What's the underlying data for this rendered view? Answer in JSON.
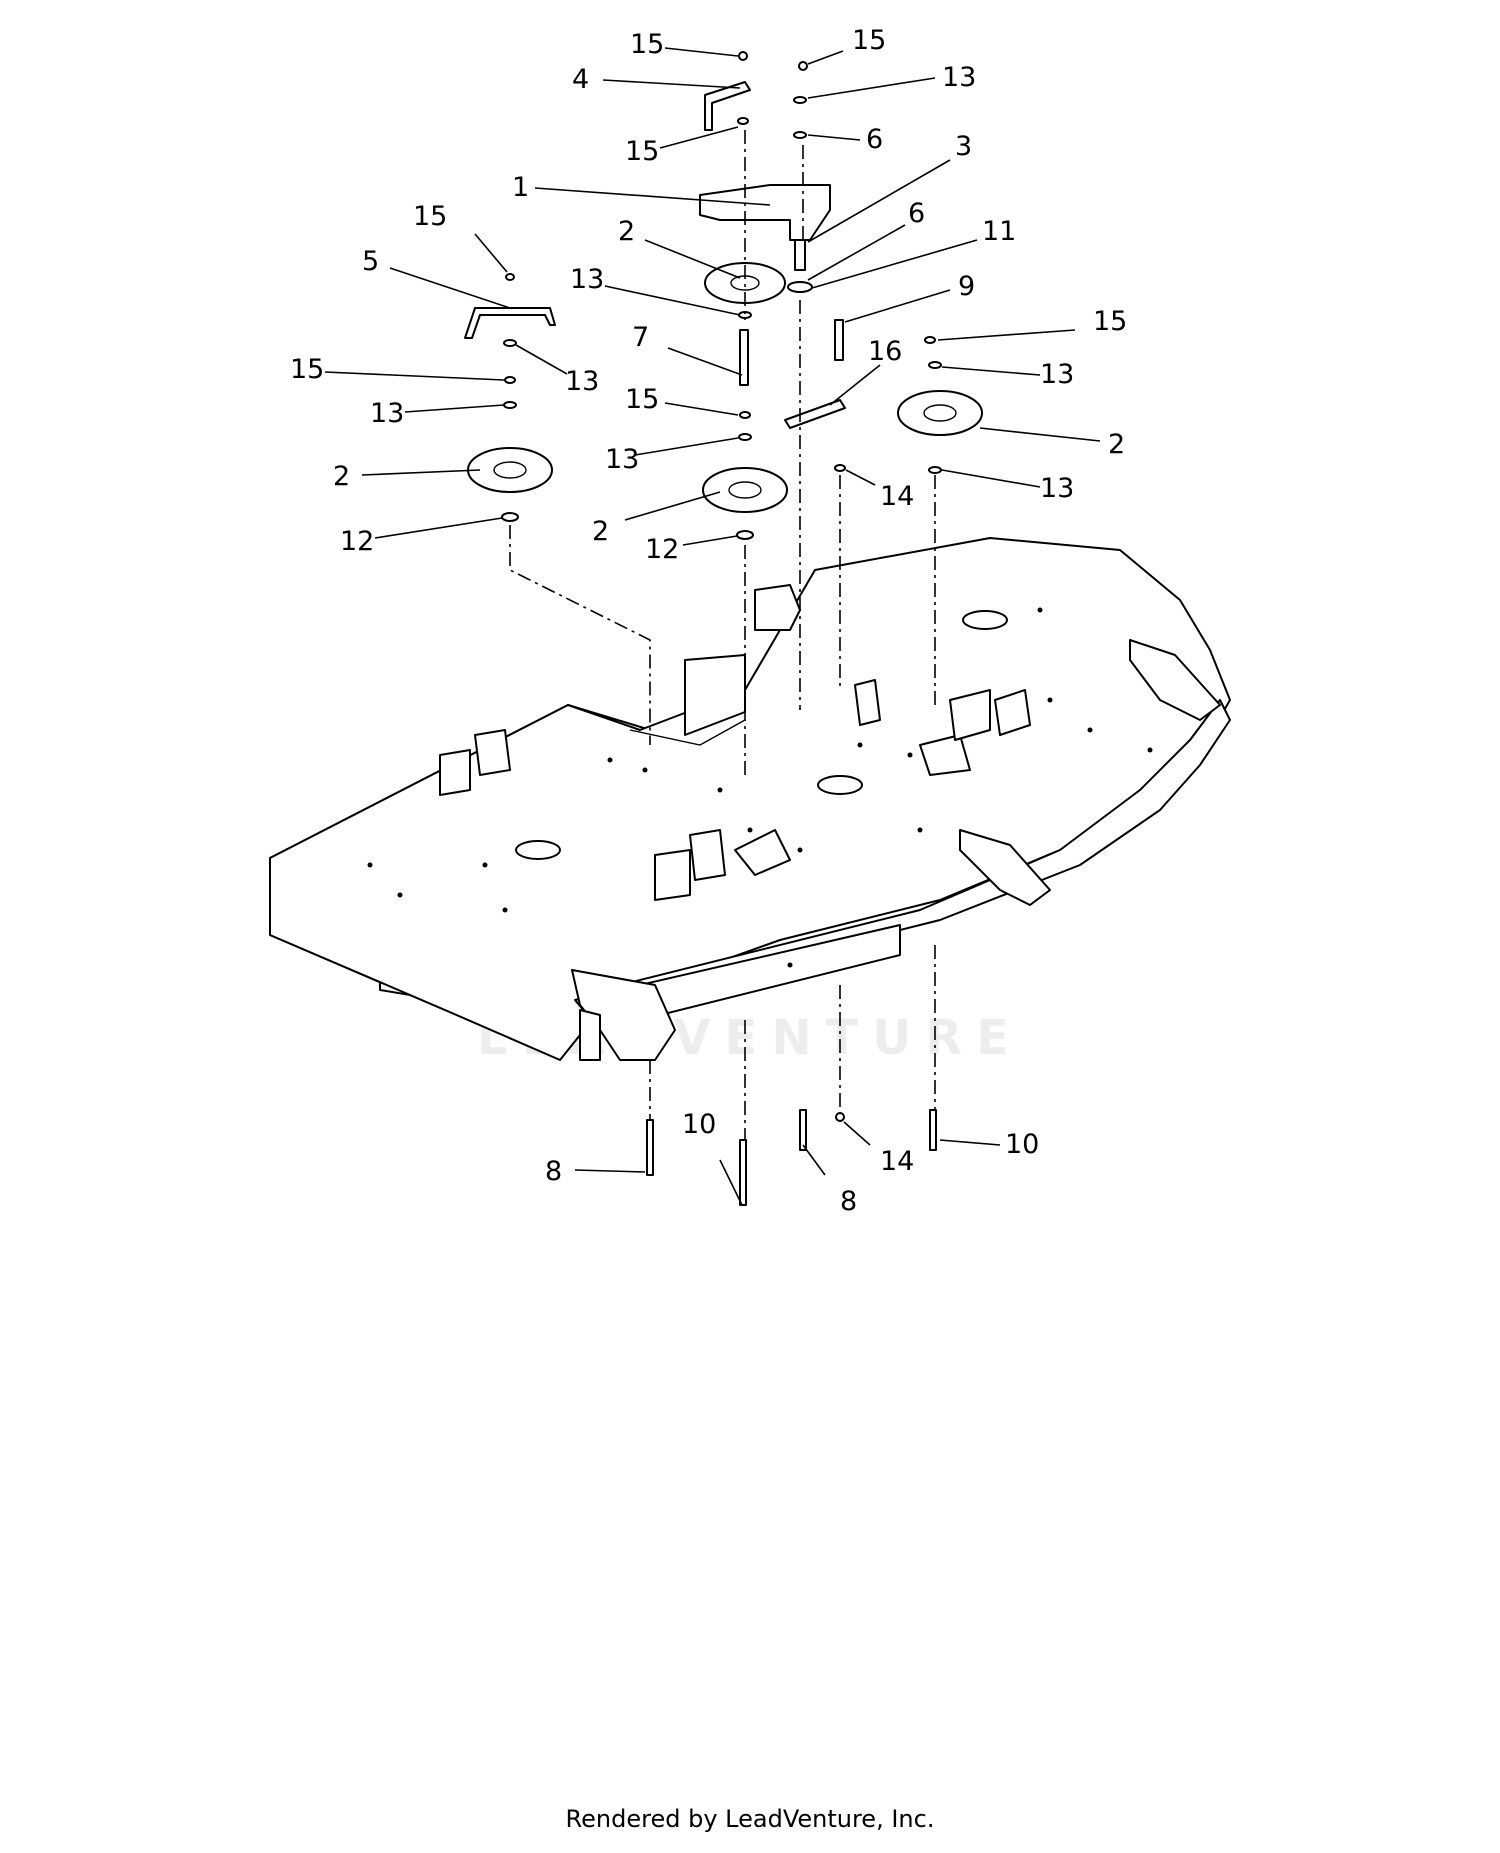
{
  "callouts": [
    {
      "n": "15"
    },
    {
      "n": "15"
    },
    {
      "n": "4"
    },
    {
      "n": "13"
    },
    {
      "n": "15"
    },
    {
      "n": "6"
    },
    {
      "n": "3"
    },
    {
      "n": "1"
    },
    {
      "n": "6"
    },
    {
      "n": "2"
    },
    {
      "n": "11"
    },
    {
      "n": "15"
    },
    {
      "n": "5"
    },
    {
      "n": "13"
    },
    {
      "n": "9"
    },
    {
      "n": "15"
    },
    {
      "n": "7"
    },
    {
      "n": "13"
    },
    {
      "n": "16"
    },
    {
      "n": "15"
    },
    {
      "n": "13"
    },
    {
      "n": "15"
    },
    {
      "n": "13"
    },
    {
      "n": "2"
    },
    {
      "n": "13"
    },
    {
      "n": "2"
    },
    {
      "n": "14"
    },
    {
      "n": "13"
    },
    {
      "n": "2"
    },
    {
      "n": "12"
    },
    {
      "n": "12"
    },
    {
      "n": "10"
    },
    {
      "n": "14"
    },
    {
      "n": "10"
    },
    {
      "n": "8"
    },
    {
      "n": "8"
    }
  ],
  "watermark": "LEADVENTURE",
  "footer": "Rendered by LeadVenture, Inc."
}
